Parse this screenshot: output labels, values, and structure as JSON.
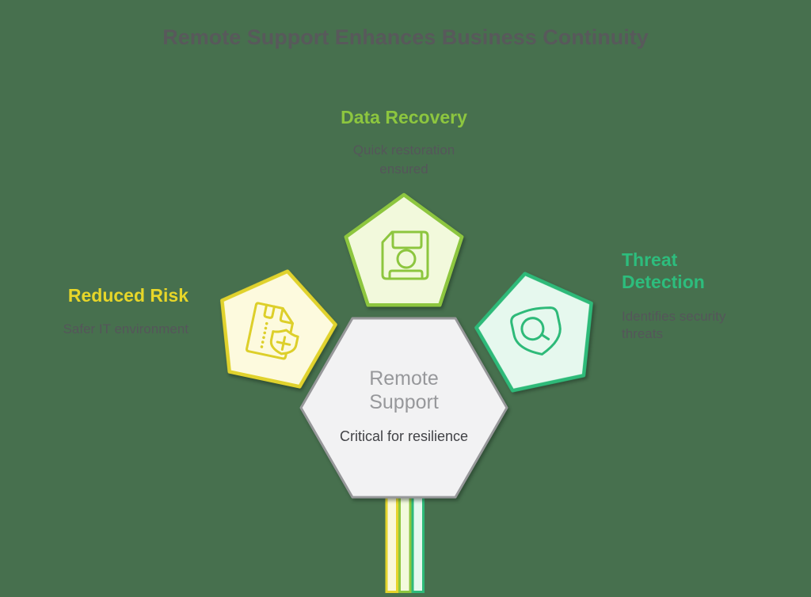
{
  "title": "Remote Support Enhances Business Continuity",
  "center": {
    "title": "Remote Support",
    "subtitle": "Critical for resilience",
    "shape": "hexagon",
    "fill": "#f2f2f3",
    "stroke": "#97989a"
  },
  "nodes": [
    {
      "id": "reduced-risk",
      "title": "Reduced Risk",
      "subtitle": "Safer IT environment",
      "icon": "zip-file-shield-plus-icon",
      "shape": "pentagon",
      "accent": "#e0d22d",
      "fill": "#fdfade",
      "title_color": "#e7d629"
    },
    {
      "id": "data-recovery",
      "title": "Data Recovery",
      "subtitle": "Quick restoration ensured",
      "icon": "floppy-disk-icon",
      "shape": "pentagon",
      "accent": "#8dc63f",
      "fill": "#f2f9dc",
      "title_color": "#8dc63f"
    },
    {
      "id": "threat-detection",
      "title": "Threat Detection",
      "subtitle": "Identifies security threats",
      "icon": "shield-magnifier-icon",
      "shape": "pentagon",
      "accent": "#2eba79",
      "fill": "#e6f8ee",
      "title_color": "#2dbd7d"
    }
  ],
  "colors": {
    "background": "#47704e",
    "title_text": "#58595b",
    "subtitle_text": "#55565a",
    "center_title_text": "#97989b",
    "center_subtitle_text": "#414246",
    "stem_yellow": "#e5d42c",
    "stem_lime": "#8dc63f",
    "stem_teal": "#2eba79"
  }
}
